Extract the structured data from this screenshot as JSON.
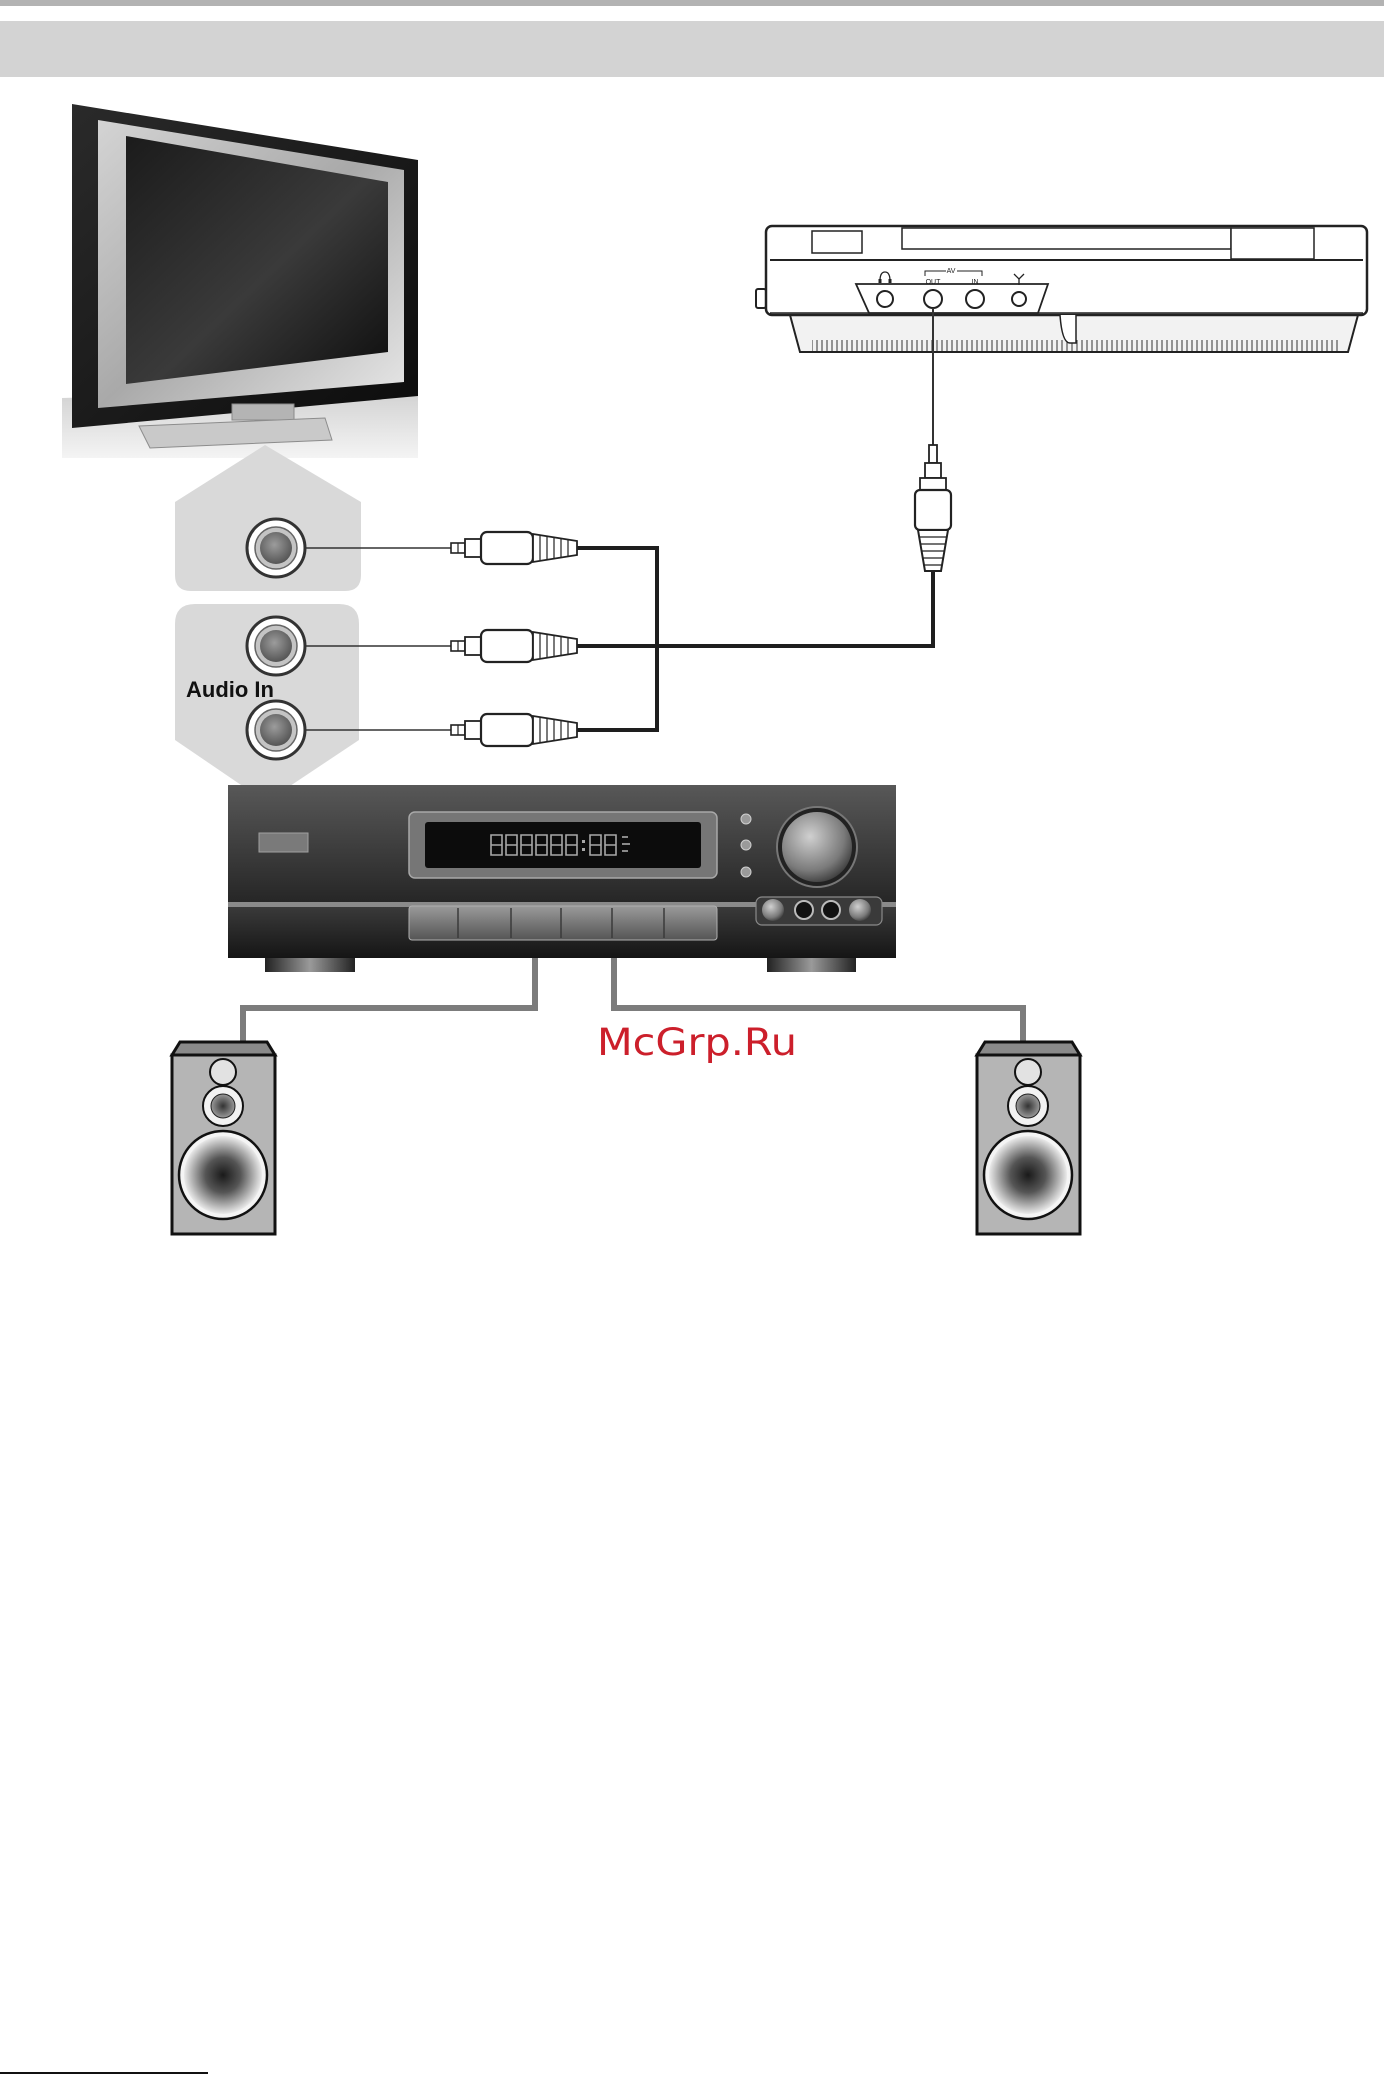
{
  "labels": {
    "audio_in": "Audio In",
    "dvd_av": "AV",
    "dvd_out": "OUT",
    "dvd_in": "IN"
  },
  "watermark": "McGrp.Ru",
  "icons": {
    "dvd_headphone": "headphone-icon",
    "dvd_antenna": "antenna-icon"
  },
  "colors": {
    "page_background": "#ffffff",
    "top_rule": "#b3b3b3",
    "header_bar": "#d3d3d3",
    "jack_panel": "#d9d9d9",
    "speaker_wire": "#7c7c7c",
    "cable": "#1e1e1e",
    "watermark": "#cc1f2b",
    "bottom_rule": "#111111"
  }
}
